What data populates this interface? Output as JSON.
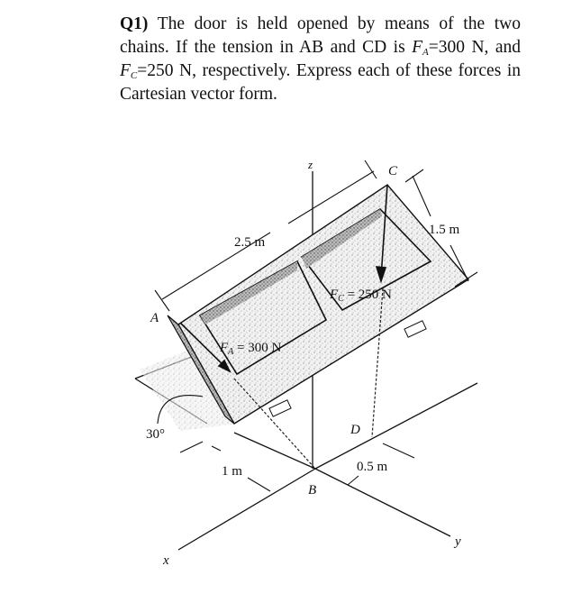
{
  "question": {
    "number": "Q1)",
    "text_part1": " The door is held opened by means of the two chains. If the tension in AB and CD is ",
    "fa_symbol": "F",
    "fa_sub": "A",
    "fa_value": "=300 N, and",
    "fc_symbol": "F",
    "fc_sub": "C",
    "fc_value": "=250 N, respectively. Express each of these forces in Cartesian vector form."
  },
  "figure": {
    "axes": {
      "x": "x",
      "y": "y",
      "z": "z"
    },
    "points": {
      "A": "A",
      "B": "B",
      "C": "C",
      "D": "D"
    },
    "dimensions": {
      "door_length": "2.5 m",
      "door_width": "1.5 m",
      "offset_x": "1 m",
      "offset_y": "0.5 m",
      "angle": "30°"
    },
    "forces": {
      "fa_symbol": "F",
      "fa_sub": "A",
      "fa_value": " = 300 N",
      "fc_symbol": "F",
      "fc_sub": "C",
      "fc_value": " = 250 N"
    }
  }
}
